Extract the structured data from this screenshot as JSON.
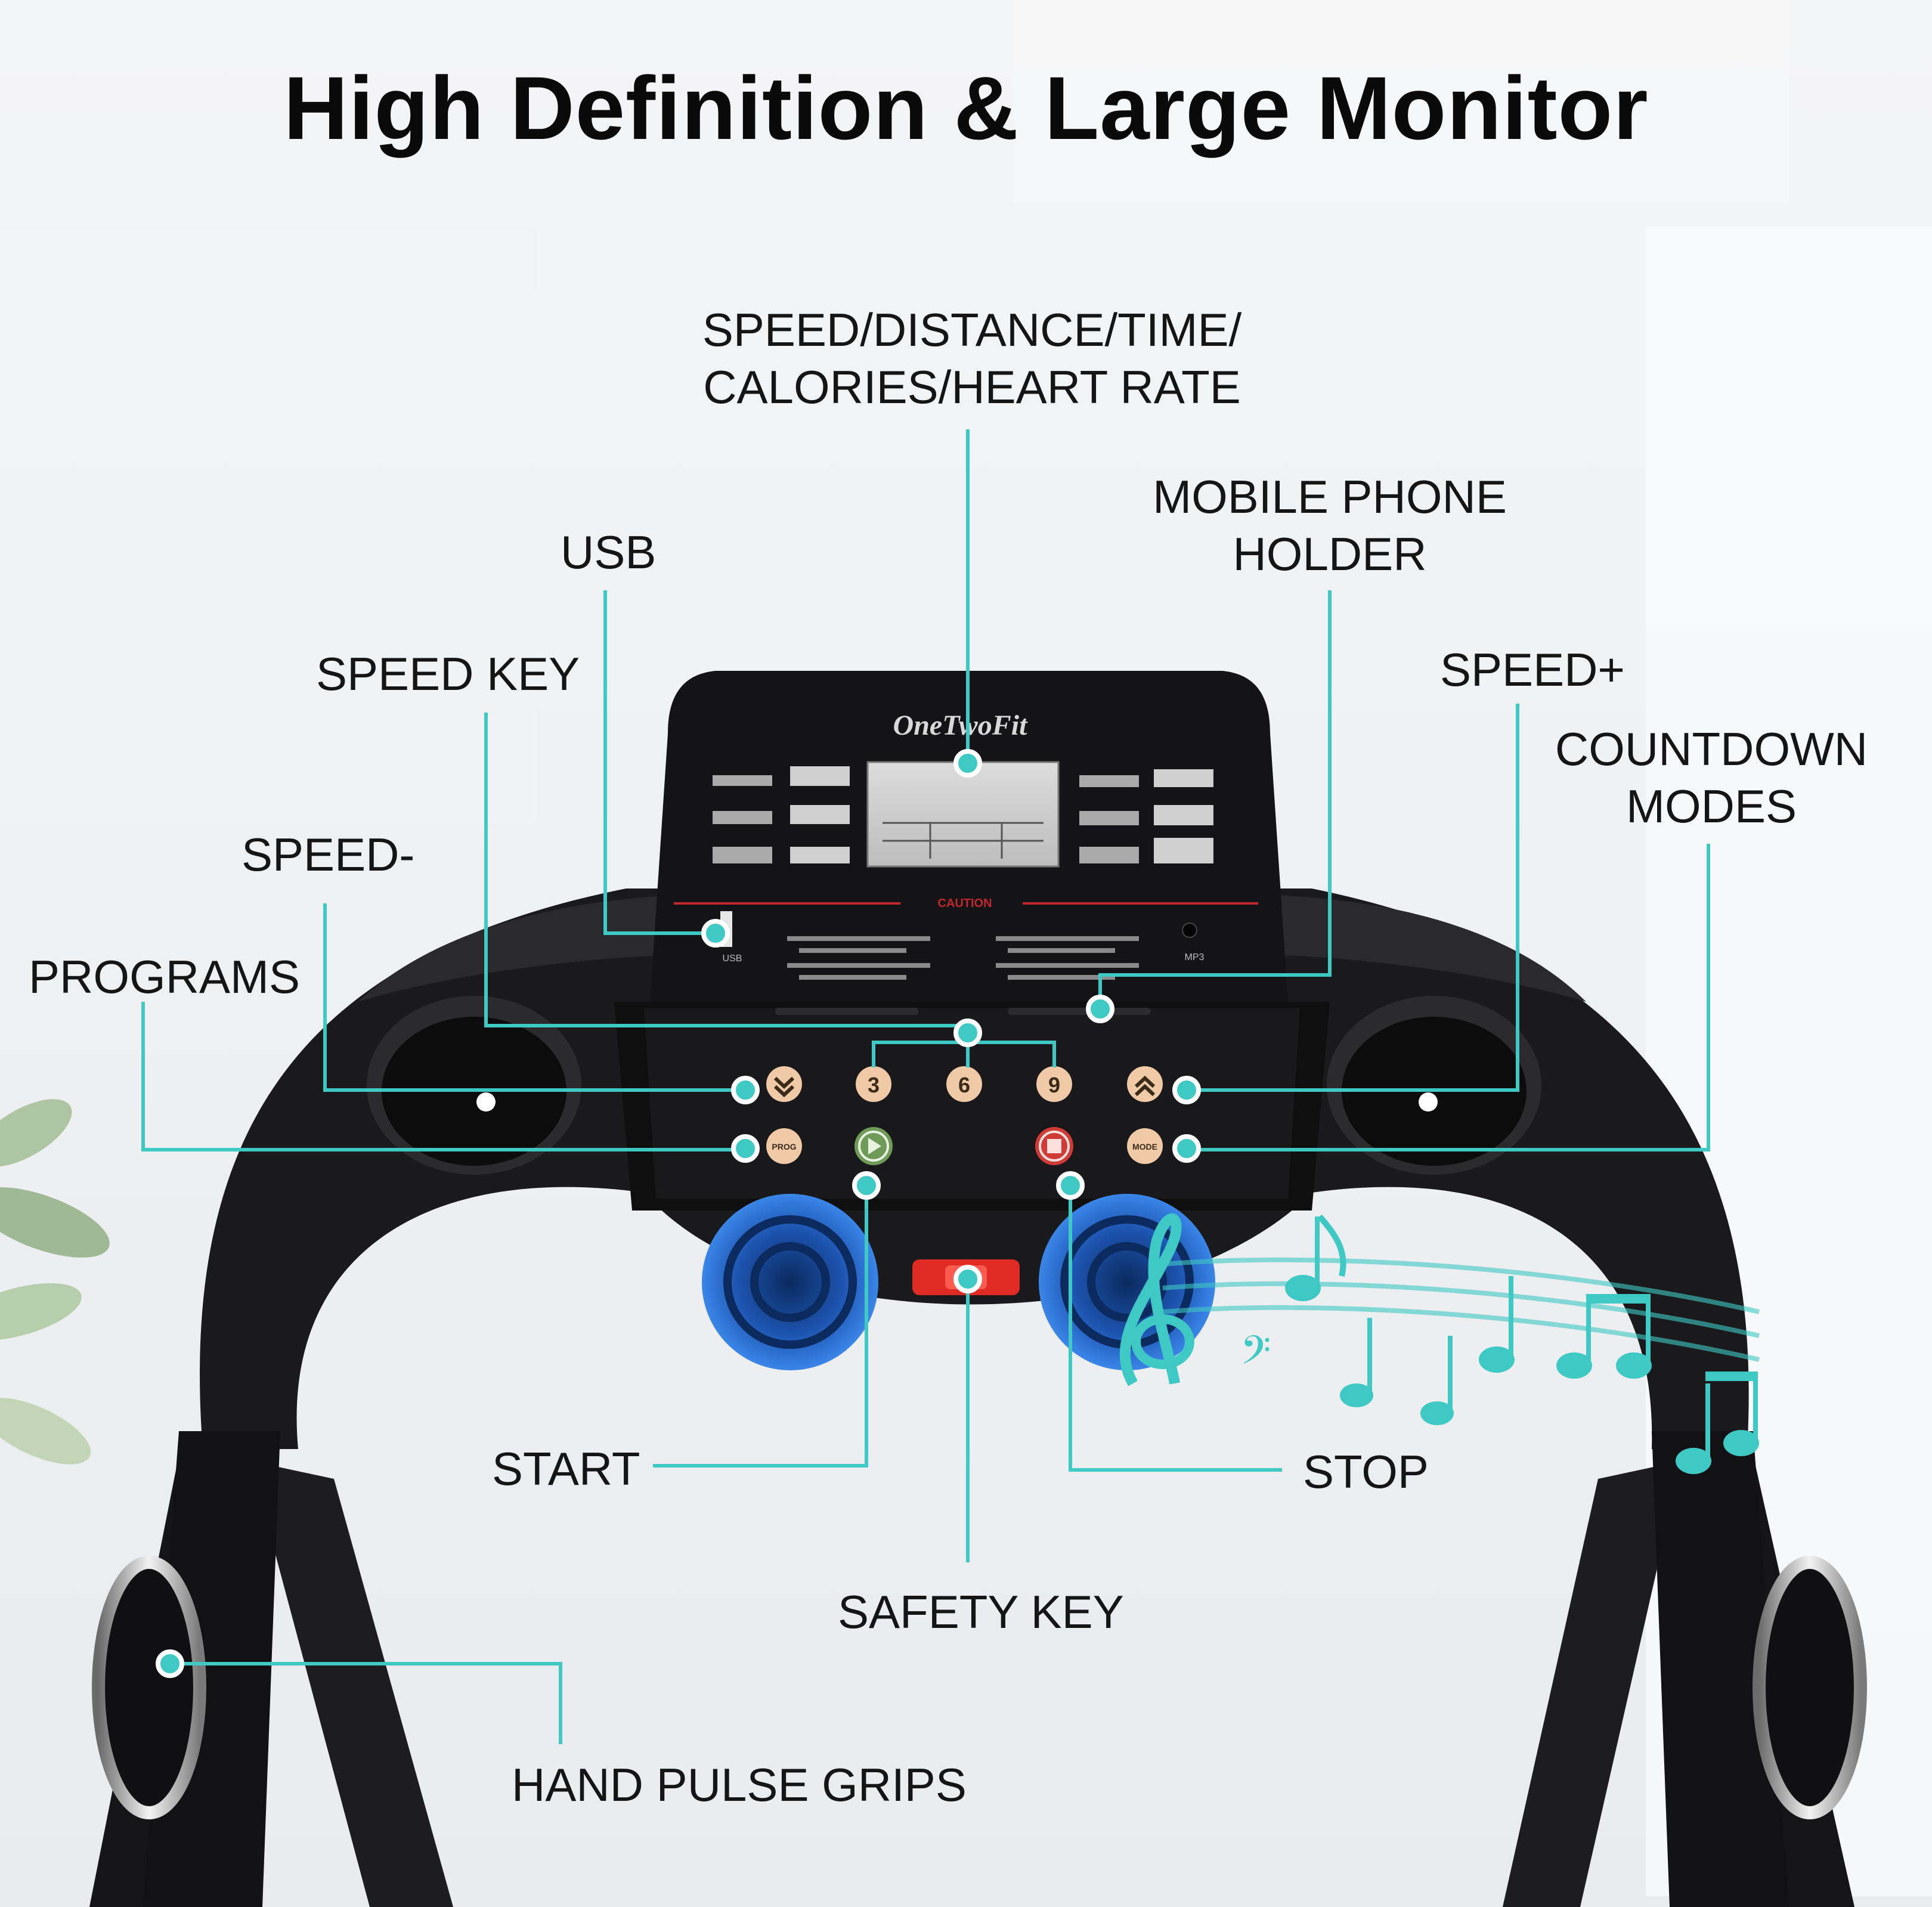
{
  "title": "High Definition & Large Monitor",
  "brand": "OneTwoFit",
  "console": {
    "caution": "CAUTION",
    "usb_port_label": "USB",
    "mp3_port_label": "MP3",
    "buttons": {
      "speed_3": "3",
      "speed_6": "6",
      "speed_9": "9",
      "prog": "PROG",
      "mode": "MODE"
    }
  },
  "callouts": {
    "display": [
      "SPEED/DISTANCE/TIME/",
      "CALORIES/HEART RATE"
    ],
    "mobile_holder": [
      "MOBILE PHONE",
      "HOLDER"
    ],
    "usb": "USB",
    "speed_key": "SPEED KEY",
    "speed_plus": "SPEED+",
    "countdown": [
      "COUNTDOWN",
      "MODES"
    ],
    "speed_minus": "SPEED-",
    "programs": "PROGRAMS",
    "start": "START",
    "stop": "STOP",
    "safety_key": "SAFETY KEY",
    "hand_pulse": "HAND PULSE GRIPS"
  },
  "colors": {
    "accent": "#3ec9c4",
    "background": "#eef0f2",
    "console": "#1a1a1c",
    "button": "#f0c9a6",
    "speaker": "#2c6fd1"
  }
}
